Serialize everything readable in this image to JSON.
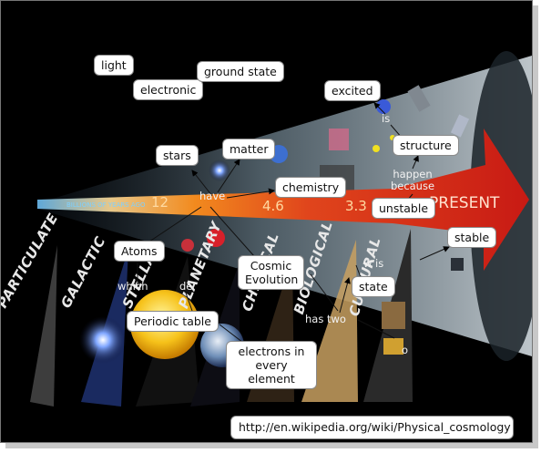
{
  "concepts": {
    "light": "light",
    "electronic": "electronic",
    "ground_state": "ground state",
    "excited": "excited",
    "stars": "stars",
    "matter": "matter",
    "structure": "structure",
    "chemistry": "chemistry",
    "unstable": "unstable",
    "stable": "stable",
    "atoms": "Atoms",
    "cosmic_evolution": "Cosmic Evolution",
    "state": "state",
    "periodic_table": "Periodic table",
    "electrons_every_element": "electrons in every element"
  },
  "links": {
    "is": "is",
    "happen_because": "happen because",
    "have": "have",
    "has_two": "has two",
    "which": "which",
    "de": "de",
    "w_is": "w  is",
    "o": "o"
  },
  "background": {
    "scale_label": "BILLIONS OF YEARS AGO",
    "tick_12": "12",
    "tick_4_6": "4.6",
    "tick_3_3": "3.3",
    "present": "PRESENT",
    "eras": [
      "PARTICULATE",
      "GALACTIC",
      "STELLAR",
      "PLANETARY",
      "CHEMICAL",
      "BIOLOGICAL",
      "CULTURAL"
    ]
  },
  "url": "http://en.wikipedia.org/wiki/Physical_cosmology",
  "colors": {
    "canvas": "#000000",
    "arrow_red": "#d8261a",
    "arrow_orange": "#f29a2e",
    "cone_light": "#b9d2df"
  }
}
